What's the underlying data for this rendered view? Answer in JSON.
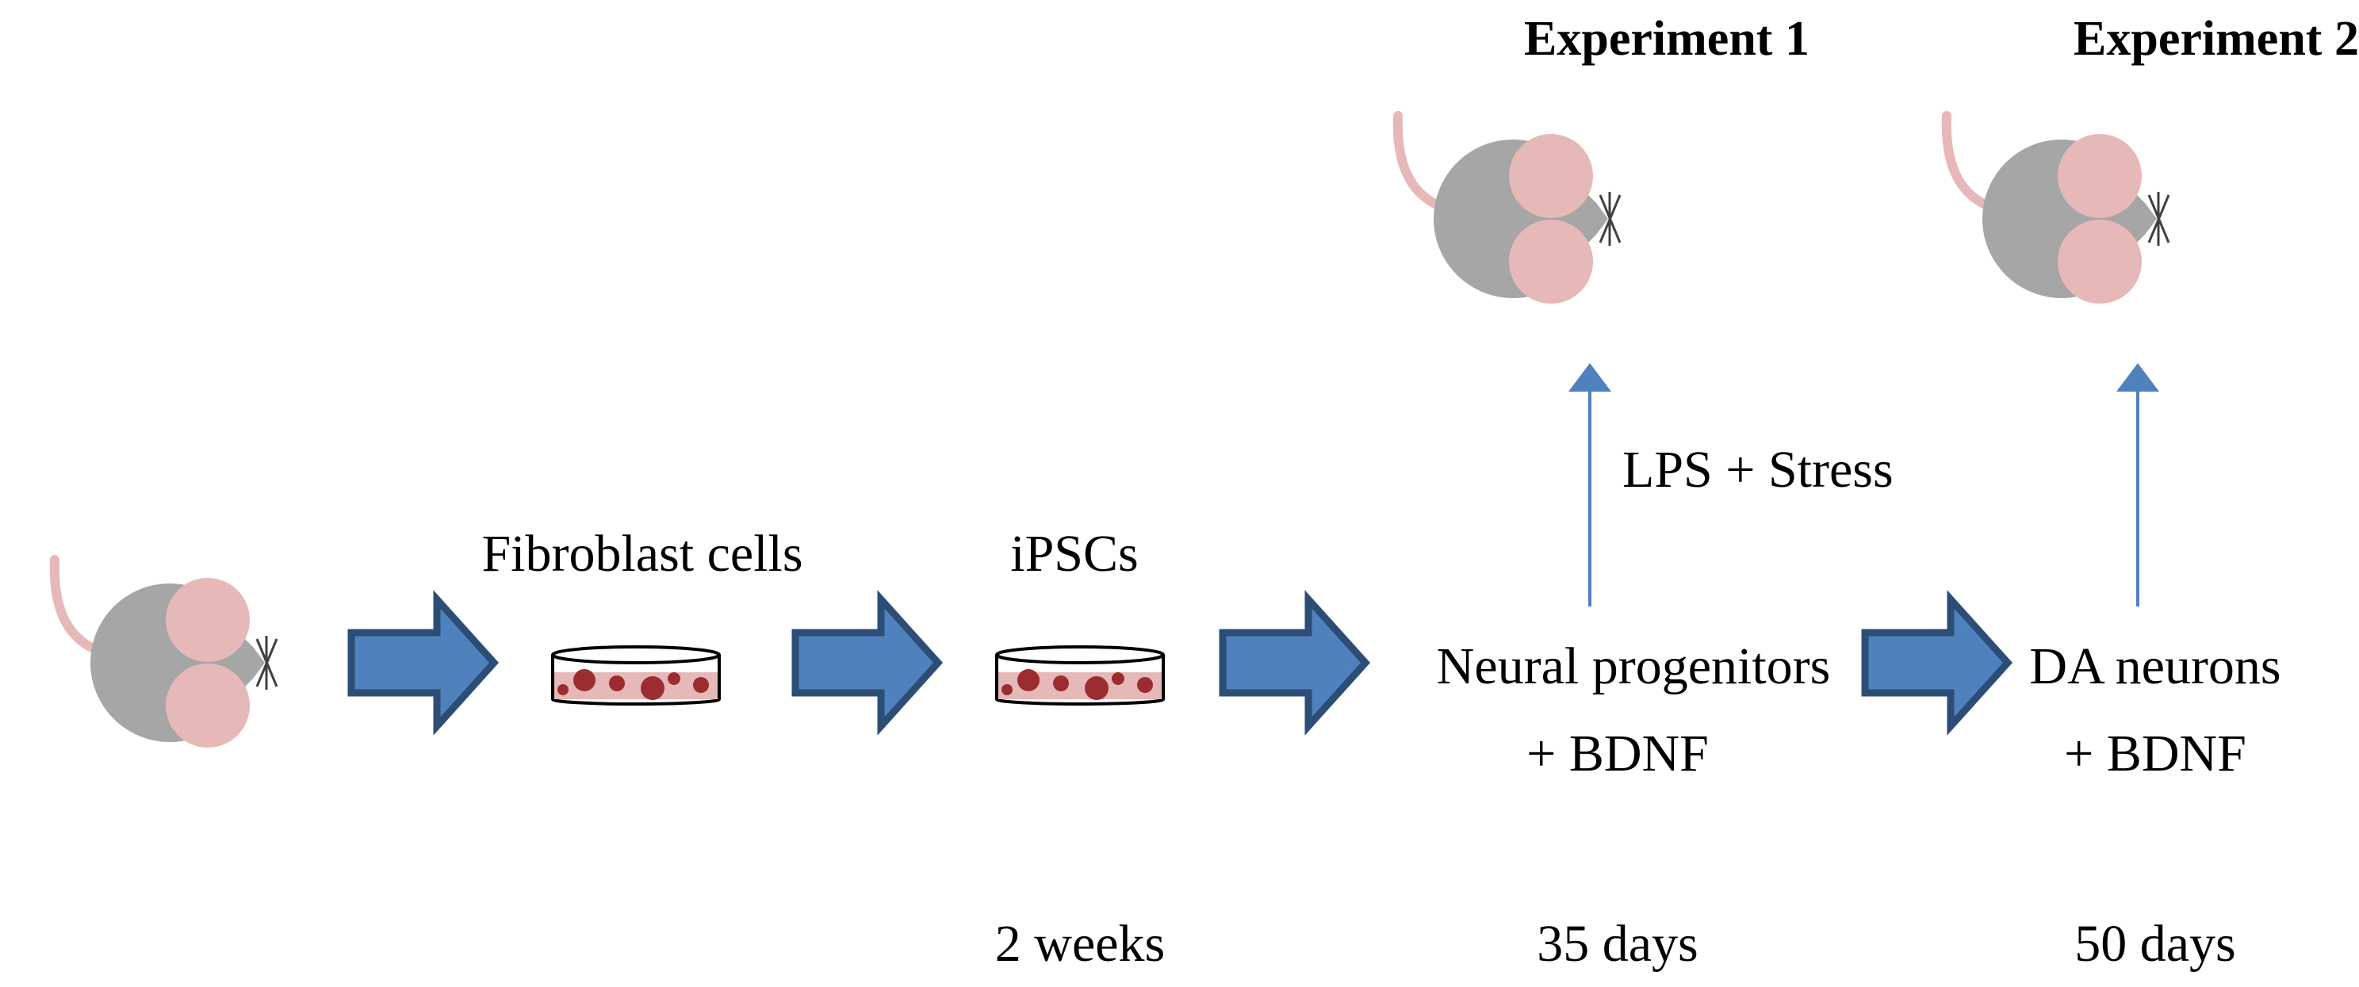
{
  "experiments": {
    "exp1_title": "Experiment 1",
    "exp2_title": "Experiment 2"
  },
  "steps": {
    "fibroblast": "Fibroblast cells",
    "ipsc": "iPSCs",
    "neural_line1": "Neural progenitors",
    "neural_line2": "+ BDNF",
    "da_line1": "DA neurons",
    "da_line2": "+ BDNF"
  },
  "treatment": {
    "label": "LPS + Stress"
  },
  "timeline": {
    "t1": "2 weeks",
    "t2": "35 days",
    "t3": "50 days"
  },
  "colors": {
    "mouse_body": "#a6a6a6",
    "mouse_ear": "#e6b8b7",
    "block_arrow_fill": "#4f81bd",
    "block_arrow_stroke": "#2c4d75",
    "thin_arrow": "#4f81bd",
    "cell_fill": "#9b2d30",
    "dish_liquid": "#e6b8b7"
  }
}
